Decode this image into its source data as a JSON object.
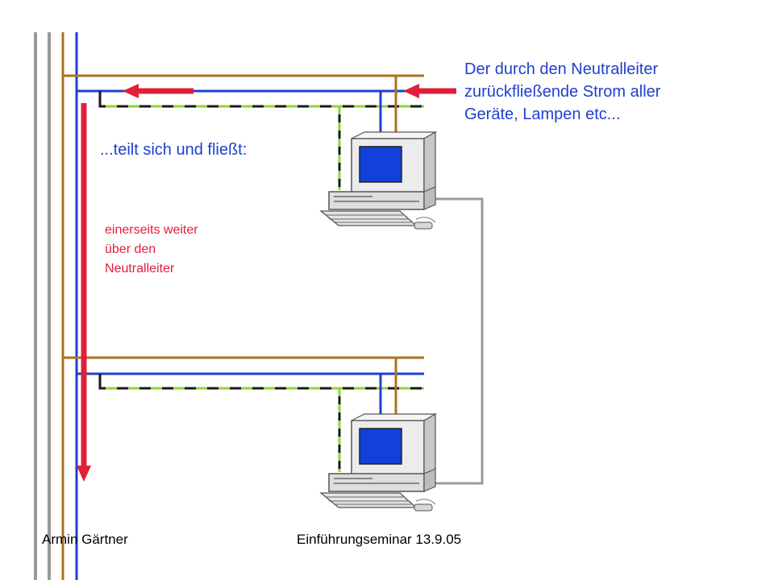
{
  "colors": {
    "phase": "#a8731e",
    "neutral": "#1f3fd0",
    "earth_dark": "#1a1a1a",
    "earth_green": "#8ed43a",
    "grey_bus": "#9a9a9a",
    "arrow": "#e0203a",
    "screen": "#1240d8"
  },
  "annotations": {
    "top_right": "Der durch den Neutralleiter\nzurückfließende Strom aller\nGeräte, Lampen etc...",
    "split": "...teilt sich und fließt:",
    "neutral_path": "einerseits weiter\nüber den\nNeutralleiter"
  },
  "footer": {
    "author": "Armin Gärtner",
    "event": "Einführungseminar 13.9.05"
  },
  "icons": [
    "computer-icon",
    "computer-icon"
  ]
}
